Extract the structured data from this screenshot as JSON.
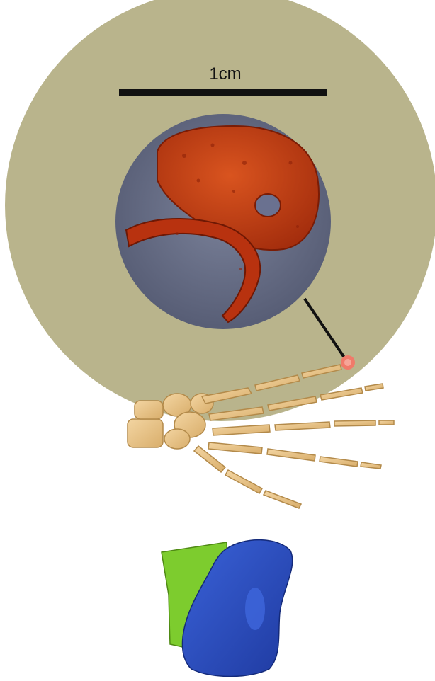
{
  "scale_bar": {
    "label": "1cm"
  },
  "colors": {
    "background": "#ffffff",
    "disc": "#b9b48c",
    "inset": "#5f6680",
    "bone_section": "#c03a12",
    "hand_bones": "#ecc890",
    "highlight_dot": "#f07a6a",
    "bone_blue": "#2a4fc4",
    "bone_green": "#7dcc2e"
  },
  "icons": [
    "microscopy-inset",
    "hand-skeleton",
    "bone-3d-model"
  ]
}
